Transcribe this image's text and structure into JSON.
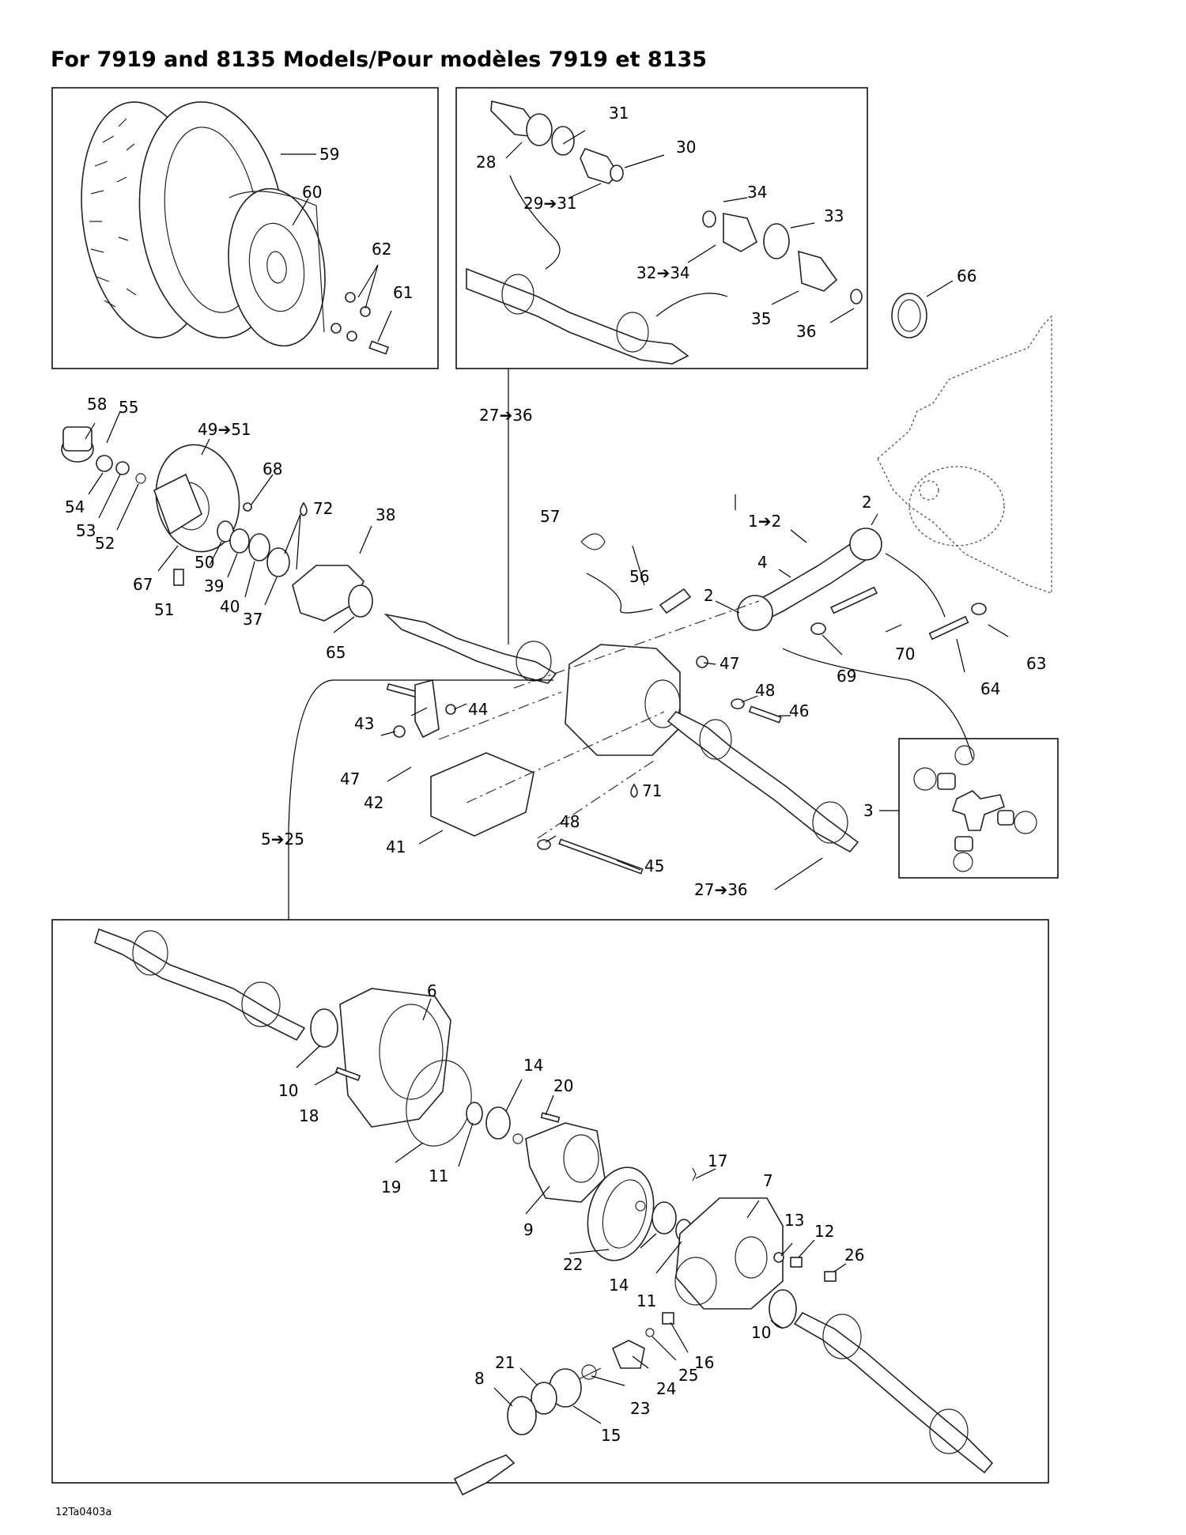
{
  "page": {
    "title": "For 7919 and 8135 Models/Pour modèles 7919 et 8135",
    "figure_code": "12Ta0403a"
  },
  "callouts": {
    "c59": "59",
    "c60": "60",
    "c62": "62",
    "c61": "61",
    "c31": "31",
    "c28": "28",
    "c30": "30",
    "c29_31": "29➔31",
    "c34": "34",
    "c33": "33",
    "c32_34": "32➔34",
    "c35": "35",
    "c36": "36",
    "c66": "66",
    "c58": "58",
    "c55": "55",
    "c49_51": "49➔51",
    "c68": "68",
    "c72": "72",
    "c38": "38",
    "c54": "54",
    "c53": "53",
    "c52": "52",
    "c67": "67",
    "c50": "50",
    "c39": "39",
    "c40": "40",
    "c37": "37",
    "c51": "51",
    "c65": "65",
    "c27_36_top": "27➔36",
    "c57": "57",
    "c56": "56",
    "c1_2": "1➔2",
    "c2a": "2",
    "c4": "4",
    "c2b": "2",
    "c70": "70",
    "c63": "63",
    "c69": "69",
    "c64": "64",
    "c47a": "47",
    "c48a": "48",
    "c46": "46",
    "c43": "43",
    "c44": "44",
    "c47b": "47",
    "c42": "42",
    "c71": "71",
    "c41": "41",
    "c48b": "48",
    "c45": "45",
    "c27_36_bot": "27➔36",
    "c3": "3",
    "c5_25": "5➔25",
    "c6": "6",
    "c10a": "10",
    "c18": "18",
    "c14a": "14",
    "c20": "20",
    "c19": "19",
    "c11a": "11",
    "c9": "9",
    "c17": "17",
    "c7": "7",
    "c22": "22",
    "c14b": "14",
    "c11b": "11",
    "c13": "13",
    "c12": "12",
    "c26": "26",
    "c10b": "10",
    "c16": "16",
    "c25": "25",
    "c24": "24",
    "c23": "23",
    "c21": "21",
    "c8": "8",
    "c15": "15"
  }
}
